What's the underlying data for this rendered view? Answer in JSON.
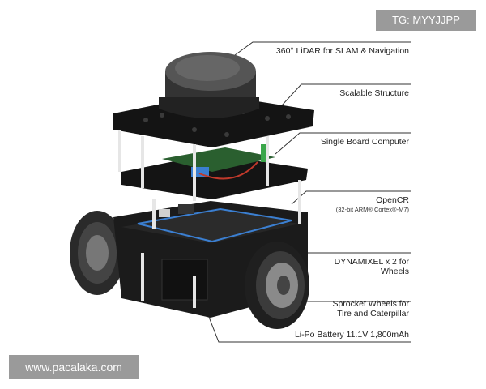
{
  "watermarks": {
    "top": "TG: MYYJJPP",
    "bottom": "www.pacalaka.com"
  },
  "callouts": [
    {
      "label": "360° LiDAR for SLAM & Navigation"
    },
    {
      "label": "Scalable Structure"
    },
    {
      "label": "Single Board Computer"
    },
    {
      "label": "OpenCR",
      "sub": "(32-bit ARM® Cortex®-M7)"
    },
    {
      "label": "DYNAMIXEL x 2  for",
      "label2": "Wheels"
    },
    {
      "label": "Sprocket Wheels for",
      "label2": "Tire and Caterpillar"
    },
    {
      "label": "Li-Po Battery 11.1V 1,800mAh"
    }
  ],
  "colors": {
    "body": "#1c1c1c",
    "plate": "#141414",
    "accent_green": "#3aa64a",
    "accent_blue": "#3b7fd1",
    "wire_red": "#c0392b"
  }
}
